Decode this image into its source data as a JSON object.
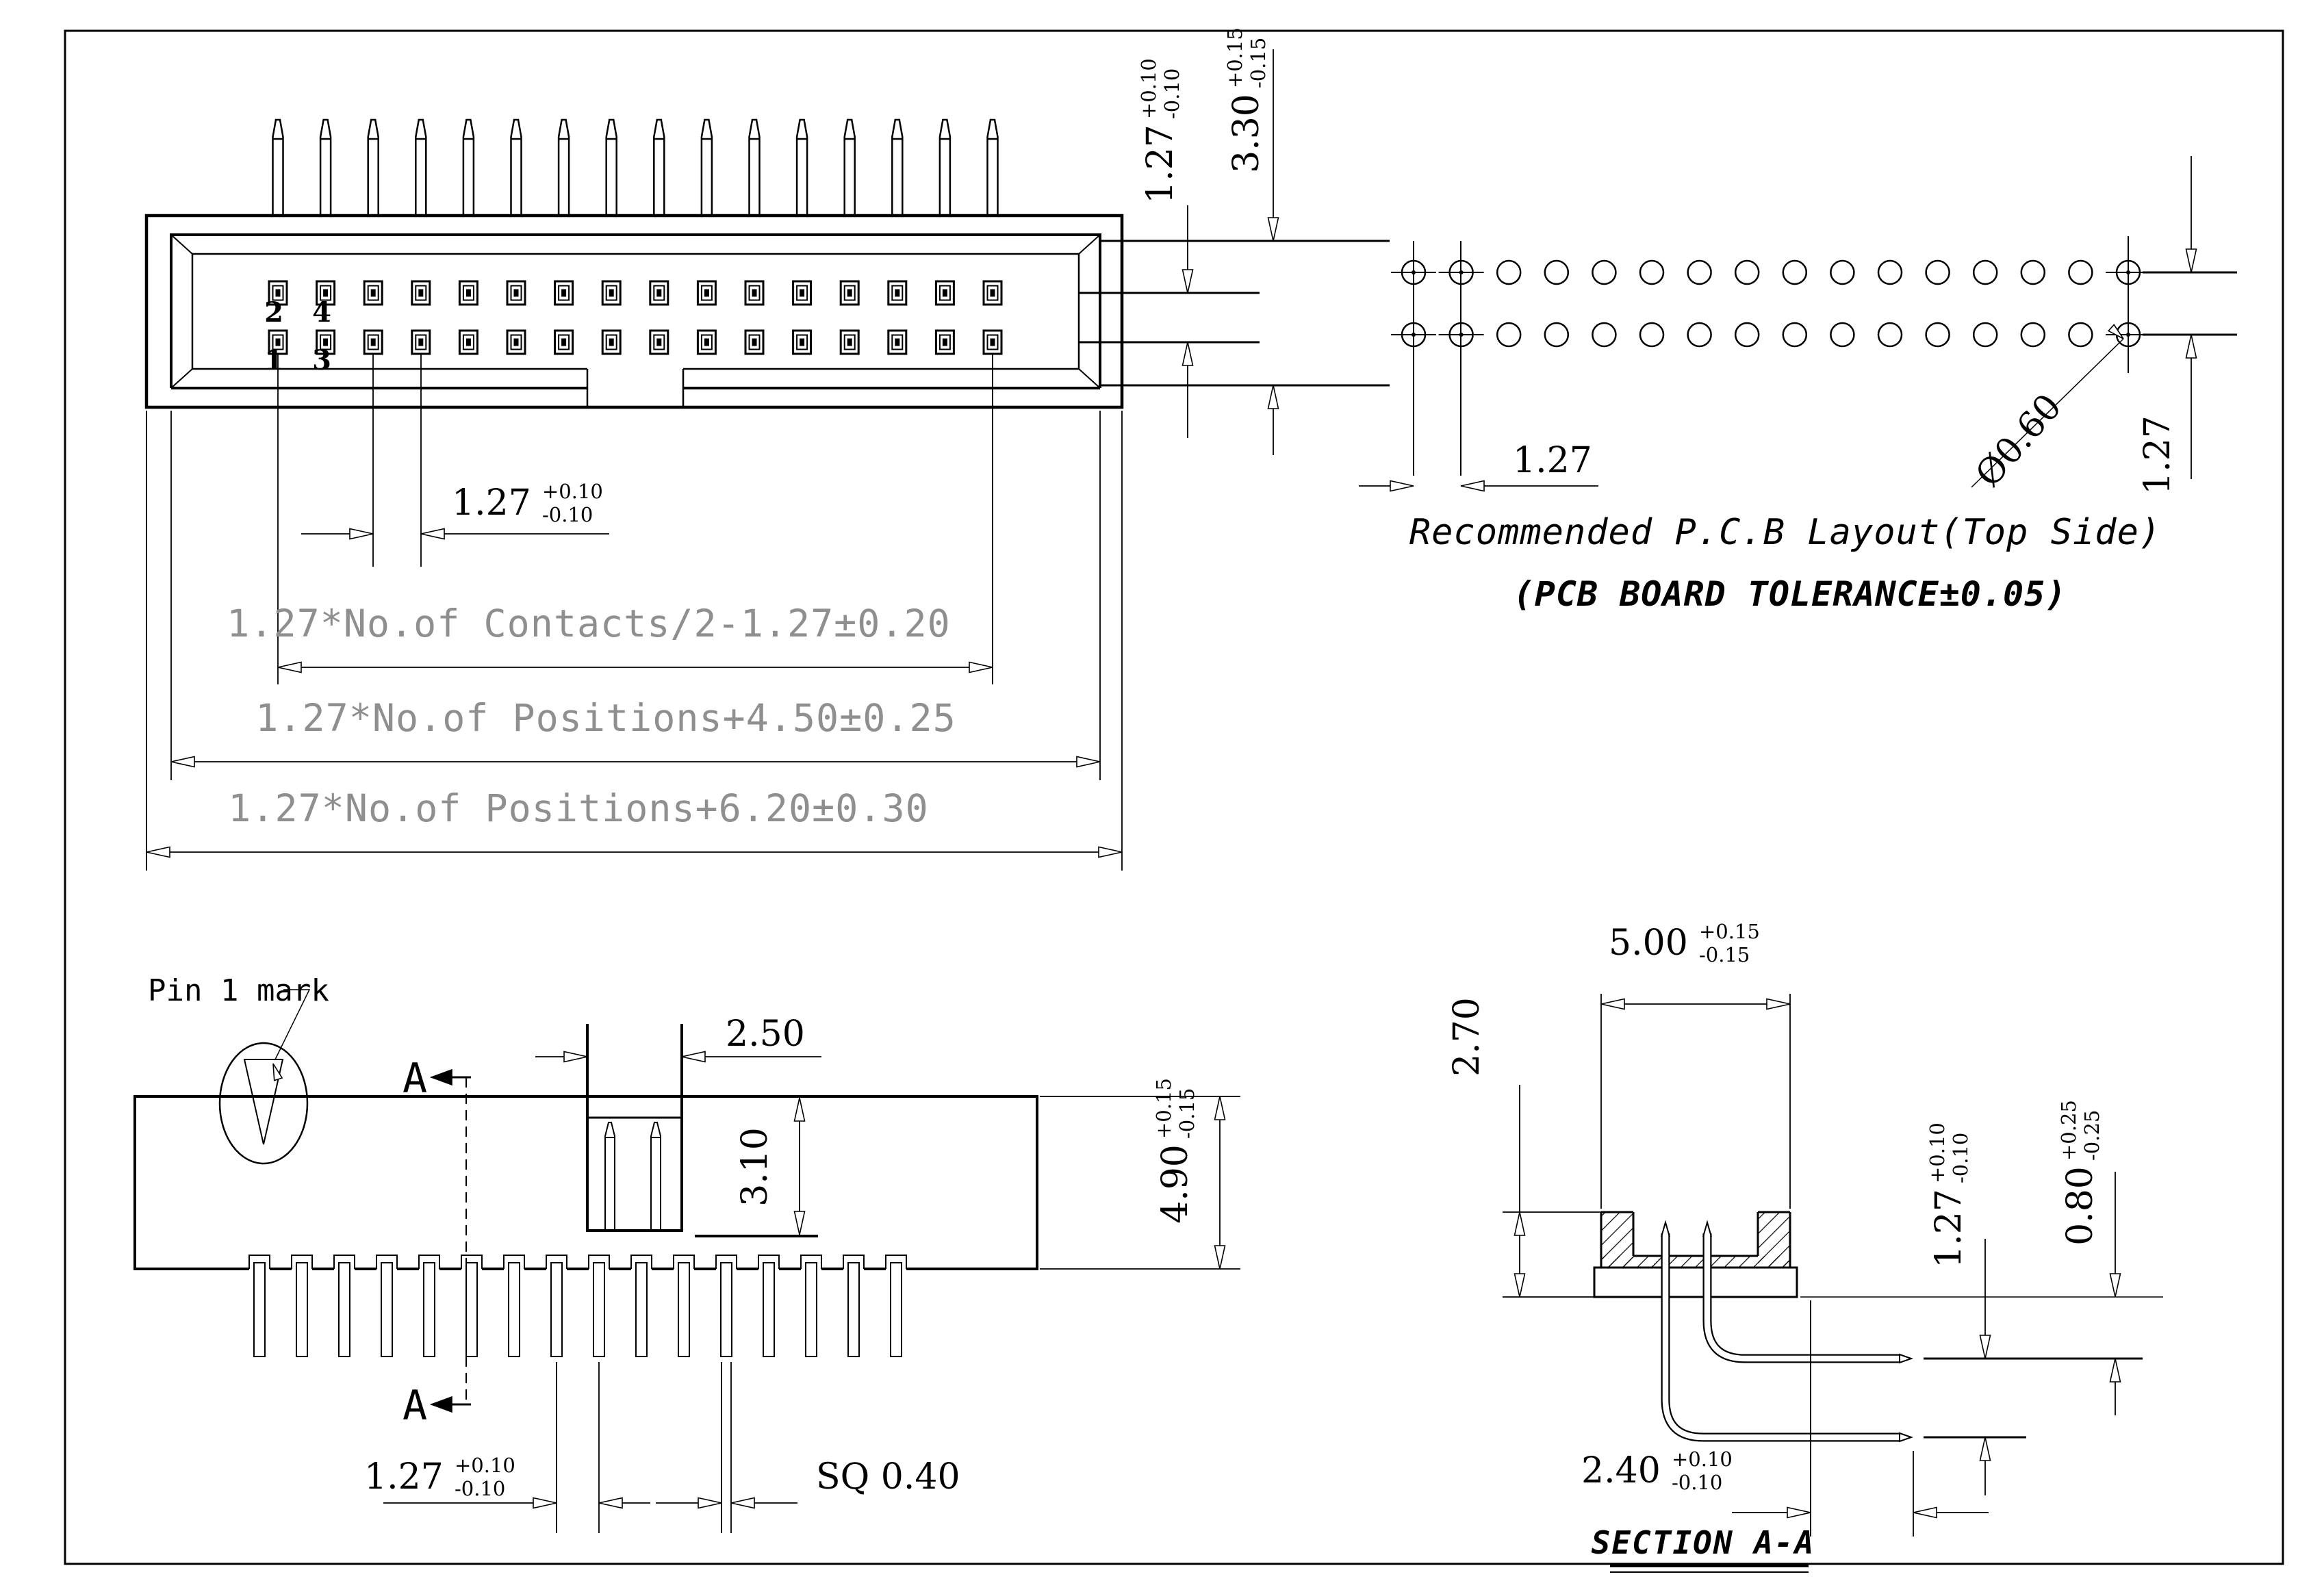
{
  "drawing": {
    "title_line1": "Recommended P.C.B Layout(Top Side)",
    "title_line2": "(PCB BOARD TOLERANCE±0.05)",
    "section_label": "SECTION A-A",
    "pin1_label": "Pin 1 mark",
    "section_marker": "A"
  },
  "colors": {
    "line": "#000000",
    "formula_gray": "#8f8f8f",
    "background": "#ffffff"
  },
  "top_view": {
    "pin_count": 16,
    "contact_rows": 2,
    "pin_numbers": {
      "upper_first": "2",
      "upper_second": "4",
      "lower_first": "1",
      "lower_second": "3"
    },
    "dims": {
      "pitch": {
        "v": "1.27",
        "tp": "+0.10",
        "tm": "-0.10"
      },
      "row_spacing": {
        "v": "1.27",
        "tp": "+0.10",
        "tm": "-0.10"
      },
      "shroud_height": {
        "v": "3.30",
        "tp": "+0.15",
        "tm": "-0.15"
      },
      "contacts_span": "1.27*No.of Contacts/2-1.27±0.20",
      "positions_span_inner": "1.27*No.of Positions+4.50±0.25",
      "positions_span_outer": "1.27*No.of Positions+6.20±0.30"
    }
  },
  "pcb_layout": {
    "hole_cols": 16,
    "hole_rows": 2,
    "dims": {
      "pitch_h": "1.27",
      "pitch_v": "1.27",
      "hole_dia": "Ø0.60"
    }
  },
  "side_view": {
    "pin_count": 16,
    "dims": {
      "notch_width": "2.50",
      "notch_depth": "3.10",
      "body_height": {
        "v": "4.90",
        "tp": "+0.15",
        "tm": "-0.15"
      },
      "pin_pitch": {
        "v": "1.27",
        "tp": "+0.10",
        "tm": "-0.10"
      },
      "pin_square": "SQ 0.40"
    }
  },
  "section_view": {
    "dims": {
      "body_width": {
        "v": "5.00",
        "tp": "+0.15",
        "tm": "-0.15"
      },
      "cavity_depth": "2.70",
      "leg_spacing": {
        "v": "1.27",
        "tp": "+0.10",
        "tm": "-0.10"
      },
      "leg_offset": {
        "v": "0.80",
        "tp": "+0.25",
        "tm": "-0.25"
      },
      "tail_length": {
        "v": "2.40",
        "tp": "+0.10",
        "tm": "-0.10"
      }
    }
  }
}
